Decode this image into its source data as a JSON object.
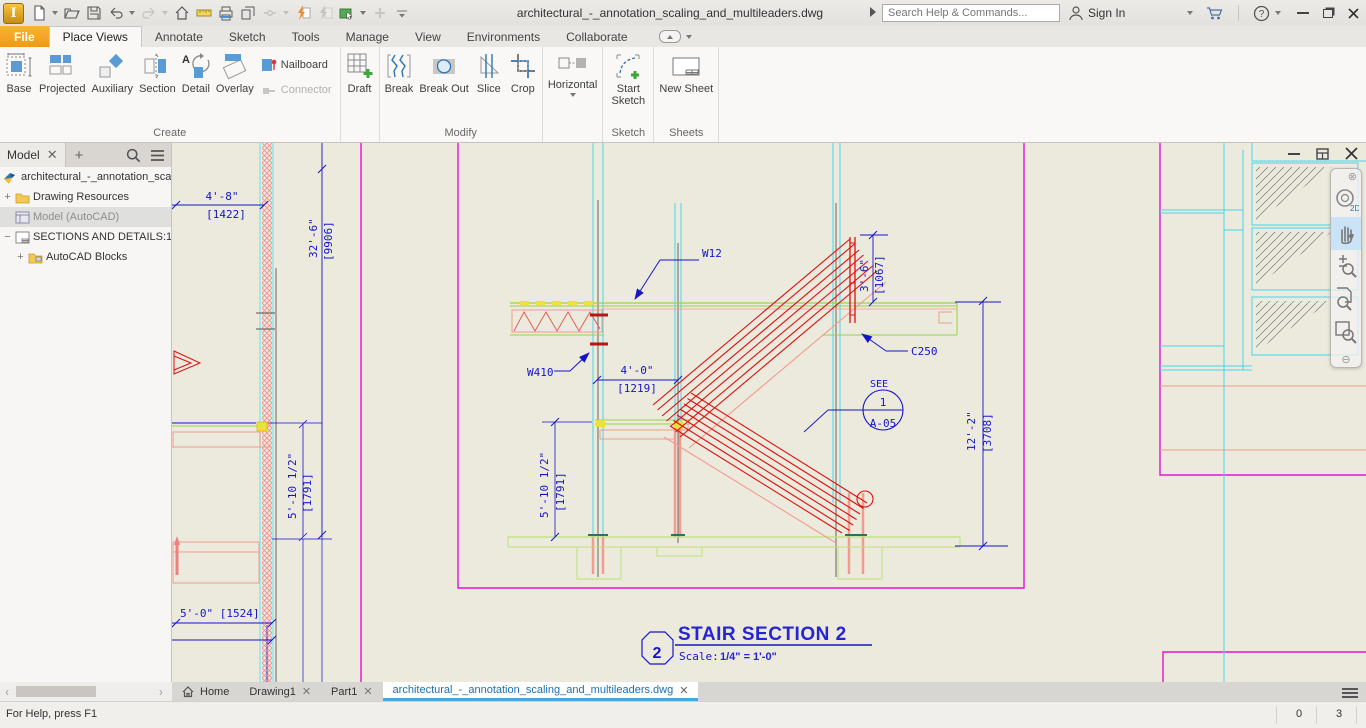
{
  "titlebar": {
    "logo_letter": "I",
    "document_title": "architectural_-_annotation_scaling_and_multileaders.dwg",
    "search_placeholder": "Search Help & Commands...",
    "sign_in_label": "Sign In",
    "qat_icons": [
      "new-document",
      "open",
      "save",
      "undo",
      "redo",
      "home",
      "measure",
      "print",
      "copy-screen",
      "link",
      "iproperties-bolt",
      "bolt-disabled",
      "material-browser",
      "add-disabled",
      "customize-qat"
    ],
    "right_icons": [
      "sign-in-person",
      "cart",
      "help",
      "minimize",
      "restore",
      "close"
    ]
  },
  "ribbon": {
    "tabs": [
      "File",
      "Place Views",
      "Annotate",
      "Sketch",
      "Tools",
      "Manage",
      "View",
      "Environments",
      "Collaborate"
    ],
    "groups": {
      "create": {
        "label": "Create",
        "items": [
          "Base",
          "Projected",
          "Auxiliary",
          "Section",
          "Detail",
          "Overlay"
        ],
        "stack": [
          "Nailboard",
          "Connector"
        ]
      },
      "draft": {
        "items": [
          "Draft"
        ]
      },
      "modify": {
        "label": "Modify",
        "items": [
          "Break",
          "Break Out",
          "Slice",
          "Crop"
        ]
      },
      "horizontal": {
        "items": [
          "Horizontal"
        ]
      },
      "sketch": {
        "label": "Sketch",
        "items": [
          "Start Sketch"
        ]
      },
      "sheets": {
        "label": "Sheets",
        "items": [
          "New Sheet"
        ]
      }
    }
  },
  "browser": {
    "panel_tab": "Model",
    "tree": [
      {
        "label": "architectural_-_annotation_scal",
        "icon": "inventor-drawing"
      },
      {
        "label": "Drawing Resources",
        "icon": "folder",
        "expander": "+"
      },
      {
        "label": "Model (AutoCAD)",
        "icon": "model-grid",
        "selected": true
      },
      {
        "label": "SECTIONS AND DETAILS:1",
        "icon": "sheet",
        "expander": "−"
      },
      {
        "label": "AutoCAD Blocks",
        "icon": "blocks-folder",
        "expander": "+"
      }
    ]
  },
  "drawing": {
    "dim_4_8_ft": "4'-8\"",
    "dim_4_8_mm": "[1422]",
    "dim_32_6_ft": "32'-6\"",
    "dim_32_6_mm": "[9906]",
    "dim_5_10_ft": "5'-10 1/2\"",
    "dim_5_10_mm": "[1791]",
    "dim_5_0": "5'-0\" [1524]",
    "dim_4_0_ft": "4'-0\"",
    "dim_4_0_mm": "[1219]",
    "dim_3_6_ft": "3'-6\"",
    "dim_3_6_mm": "[1067]",
    "dim_12_2_ft": "12'-2\"",
    "dim_12_2_mm": "[3708]",
    "label_w12": "W12",
    "label_w410": "W410",
    "label_c250": "C250",
    "callout_see": "SEE",
    "callout_detail": "1",
    "callout_sheet": "A-05",
    "section_number": "2",
    "section_title": "STAIR SECTION 2",
    "scale_label": "Scale:",
    "scale_value": "1/4\" = 1'-0\""
  },
  "doc_tabs": {
    "home": "Home",
    "tab1": "Drawing1",
    "tab2": "Part1",
    "active_tab": "architectural_-_annotation_scaling_and_multileaders.dwg"
  },
  "statusbar": {
    "help": "For Help, press F1",
    "field1": "0",
    "field2": "3"
  },
  "colors": {
    "accent_orange": "#F09A12",
    "active_tab_underline": "#45A8DC",
    "canvas_bg": "#ECE9DD",
    "magenta": "#E312D8",
    "dim_blue": "#1515C8",
    "cad_red": "#DE1010",
    "cad_salmon": "#F29B8E",
    "cad_green": "#98D44A",
    "cad_ground_green": "#BCE37A",
    "cad_cyan": "#69E0EE",
    "cad_yellow": "#EFDF3A"
  }
}
